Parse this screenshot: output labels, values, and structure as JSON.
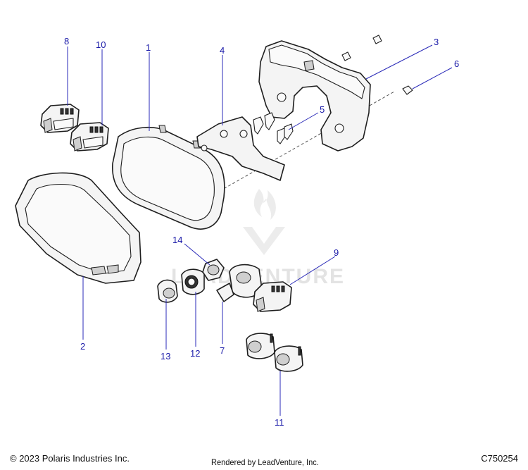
{
  "callouts": [
    {
      "id": "1",
      "label": "1"
    },
    {
      "id": "2",
      "label": "2"
    },
    {
      "id": "3",
      "label": "3"
    },
    {
      "id": "4",
      "label": "4"
    },
    {
      "id": "5",
      "label": "5"
    },
    {
      "id": "6",
      "label": "6"
    },
    {
      "id": "7",
      "label": "7"
    },
    {
      "id": "8",
      "label": "8"
    },
    {
      "id": "9",
      "label": "9"
    },
    {
      "id": "10",
      "label": "10"
    },
    {
      "id": "11",
      "label": "11"
    },
    {
      "id": "12",
      "label": "12"
    },
    {
      "id": "13",
      "label": "13"
    },
    {
      "id": "14",
      "label": "14"
    }
  ],
  "watermark": {
    "text": "LEADVENTURE"
  },
  "footer": {
    "copyright": "© 2023 Polaris Industries Inc.",
    "rendered_by": "Rendered by LeadVenture, Inc.",
    "part_code": "C750254"
  },
  "colors": {
    "callout": "#1a1aa8",
    "line": "#1e1e1e",
    "watermark": "#e3e3e3"
  }
}
